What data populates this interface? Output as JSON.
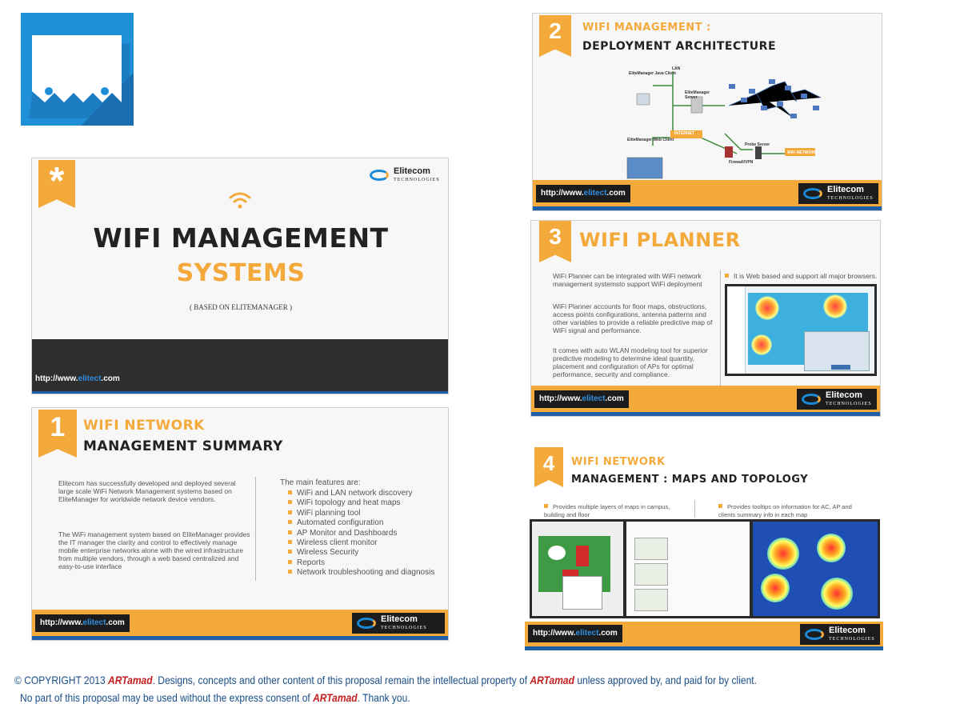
{
  "site": {
    "url_prefix": "http://www.",
    "url_highlight": "elitect",
    "url_suffix": ".com"
  },
  "brand": {
    "name": "Elitecom",
    "sub": "TECHNOLOGIES"
  },
  "icons": {
    "app_logo": "ticket-logo-icon",
    "wifi": "wifi-icon",
    "bullet": "square-bullet-icon"
  },
  "colors": {
    "accent": "#f4a93b",
    "blue": "#1f5fa8",
    "footer_dark": "#1c1c1c",
    "brand_red": "#c41e1e"
  },
  "cover": {
    "badge": "*",
    "title_line1": "WIFI MANAGEMENT",
    "title_line2": "SYSTEMS",
    "subtitle": "( BASED ON ELITEMANAGER )"
  },
  "slide1": {
    "number": "1",
    "title_line1": "WIFI NETWORK",
    "title_line2": "MANAGEMENT SUMMARY",
    "para1": "Elitecom has successfully developed and deployed several large scale WiFi Network Management systems based on EliteManager for worldwide network device vendors.",
    "para2": "The WiFi management system based on EliteManager provides the IT manager the clarity and control to effectively manage mobile enterprise networks  alone with the wired infrastructure  from multiple vendors, through a web based centralized and easy-to-use interface",
    "features_title": "The main features are:",
    "features": [
      "WiFi and LAN network discovery",
      "WiFi topology and heat maps",
      "WiFi planning tool",
      "Automated configuration",
      "AP Monitor and Dashboards",
      "Wireless client monitor",
      "Wireless Security",
      "Reports",
      "Network troubleshooting and diagnosis"
    ]
  },
  "slide2": {
    "number": "2",
    "title_line1": "WIFI MANAGEMENT :",
    "title_line2": "DEPLOYMENT ARCHITECTURE",
    "labels": {
      "lan": "LAN",
      "java_client": "EliteManager Java Client",
      "server": "EliteManager Server",
      "internet": "INTERNET",
      "web_client": "EliteManager Web Client",
      "probe": "Probe Server",
      "firewall": "Firewall/VPN",
      "wifi_network": "WiFi NETWORK"
    }
  },
  "slide3": {
    "number": "3",
    "title": "WIFI PLANNER",
    "para1": "WiFi Planner can be integrated with WiFi network management systemsto support WiFi deployment",
    "para2": "WiFi Planner accounts for floor maps, obstructions, access points configurations, antenna patterns  and other variables to provide a reliable predictive map of WiFi signal and performance.",
    "para3": "It comes with auto WLAN modeling tool for superior predictive modeling to determine ideal quantity, placement and configuration of APs for optimal performance, security and compliance.",
    "note": "It is Web based and support all major browsers."
  },
  "slide4": {
    "number": "4",
    "title_line1": "WIFI NETWORK",
    "title_line2": "MANAGEMENT : MAPS AND TOPOLOGY",
    "note_left": "Provides multiple layers of maps in campus, building and floor",
    "note_right": "Provides tooltips on information for AC, AP and clients summary info in each map"
  },
  "copyright": {
    "l1_a": "© COPYRIGHT 2013 ",
    "brand": "ARTamad",
    "l1_b": ". Designs, concepts and other content of this proposal remain the intellectual property of ",
    "l1_c": " unless approved by, and paid for by client.",
    "l2_a": "No part of this proposal may be used without the express consent of ",
    "l2_b": ". Thank you."
  }
}
